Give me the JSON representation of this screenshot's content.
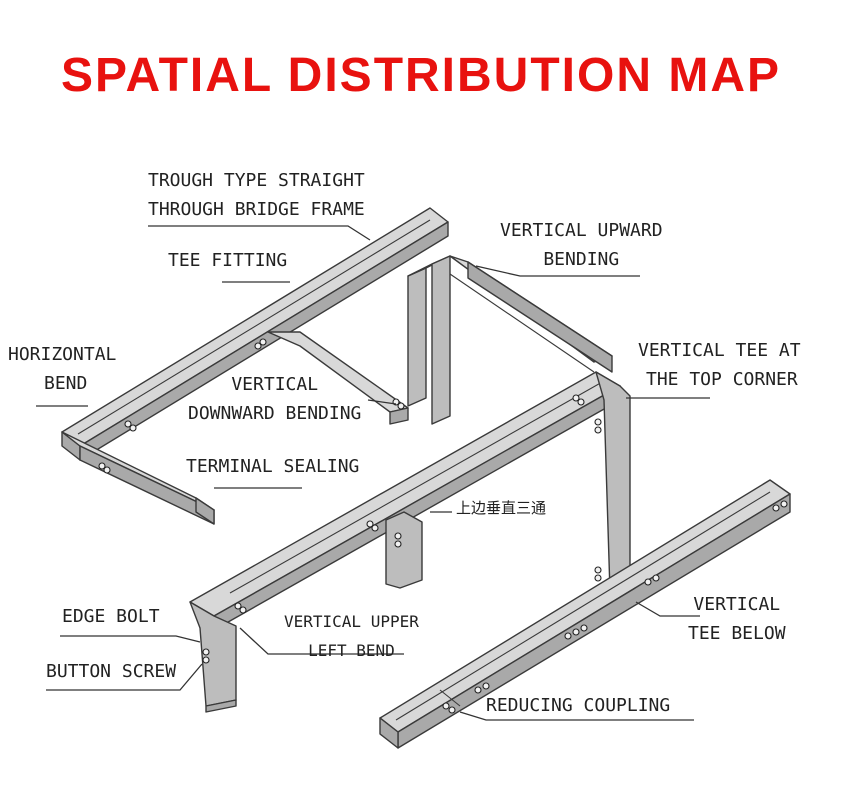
{
  "title": "SPATIAL DISTRIBUTION MAP",
  "colors": {
    "title": "#e8120f",
    "tray_face": "#d8d8d8",
    "tray_side": "#a9a9a9",
    "outline": "#3a3a3a"
  },
  "labels": {
    "trough_straight": [
      "TROUGH TYPE STRAIGHT",
      "THROUGH BRIDGE FRAME"
    ],
    "tee_fitting": "TEE FITTING",
    "horizontal_bend": [
      "HORIZONTAL",
      "BEND"
    ],
    "vertical_downward": [
      "VERTICAL",
      "DOWNWARD BENDING"
    ],
    "terminal_sealing": "TERMINAL SEALING",
    "vertical_upward": [
      "VERTICAL UPWARD",
      "BENDING"
    ],
    "vertical_tee_top": [
      "VERTICAL TEE AT",
      "THE TOP CORNER"
    ],
    "upper_vertical_tee_cn": "上边垂直三通",
    "edge_bolt": "EDGE BOLT",
    "button_screw": "BUTTON SCREW",
    "vertical_upper_left": [
      "VERTICAL UPPER",
      "LEFT BEND"
    ],
    "vertical_tee_below": [
      "VERTICAL",
      "TEE BELOW"
    ],
    "reducing_coupling": "REDUCING COUPLING"
  }
}
